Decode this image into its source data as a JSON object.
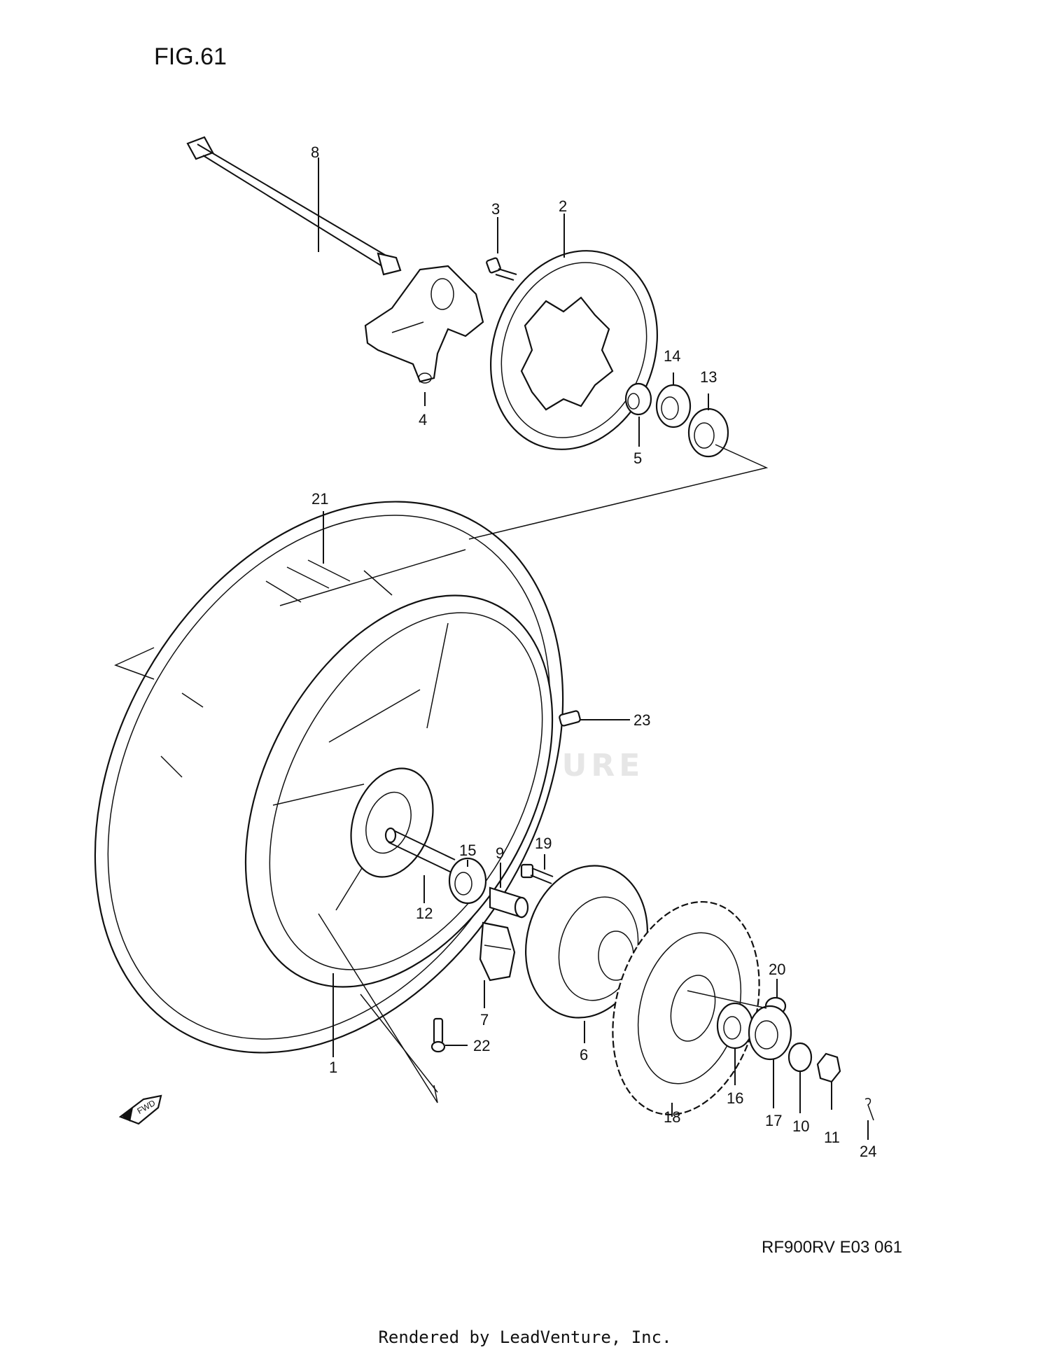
{
  "figure": {
    "title": "FIG.61",
    "code": "RF900RV E03  061"
  },
  "footer": "Rendered by LeadVenture, Inc.",
  "watermark": "LEADVENTURE",
  "fwd_label": "FWD",
  "callouts": [
    {
      "id": "c1",
      "label": "1"
    },
    {
      "id": "c2",
      "label": "2"
    },
    {
      "id": "c3",
      "label": "3"
    },
    {
      "id": "c4",
      "label": "4"
    },
    {
      "id": "c5",
      "label": "5"
    },
    {
      "id": "c6",
      "label": "6"
    },
    {
      "id": "c7",
      "label": "7"
    },
    {
      "id": "c8",
      "label": "8"
    },
    {
      "id": "c9",
      "label": "9"
    },
    {
      "id": "c10",
      "label": "10"
    },
    {
      "id": "c11",
      "label": "11"
    },
    {
      "id": "c12",
      "label": "12"
    },
    {
      "id": "c13",
      "label": "13"
    },
    {
      "id": "c14",
      "label": "14"
    },
    {
      "id": "c15",
      "label": "15"
    },
    {
      "id": "c16",
      "label": "16"
    },
    {
      "id": "c17",
      "label": "17"
    },
    {
      "id": "c18",
      "label": "18"
    },
    {
      "id": "c19",
      "label": "19"
    },
    {
      "id": "c20",
      "label": "20"
    },
    {
      "id": "c21",
      "label": "21"
    },
    {
      "id": "c22",
      "label": "22"
    },
    {
      "id": "c23",
      "label": "23"
    },
    {
      "id": "c24",
      "label": "24"
    }
  ]
}
